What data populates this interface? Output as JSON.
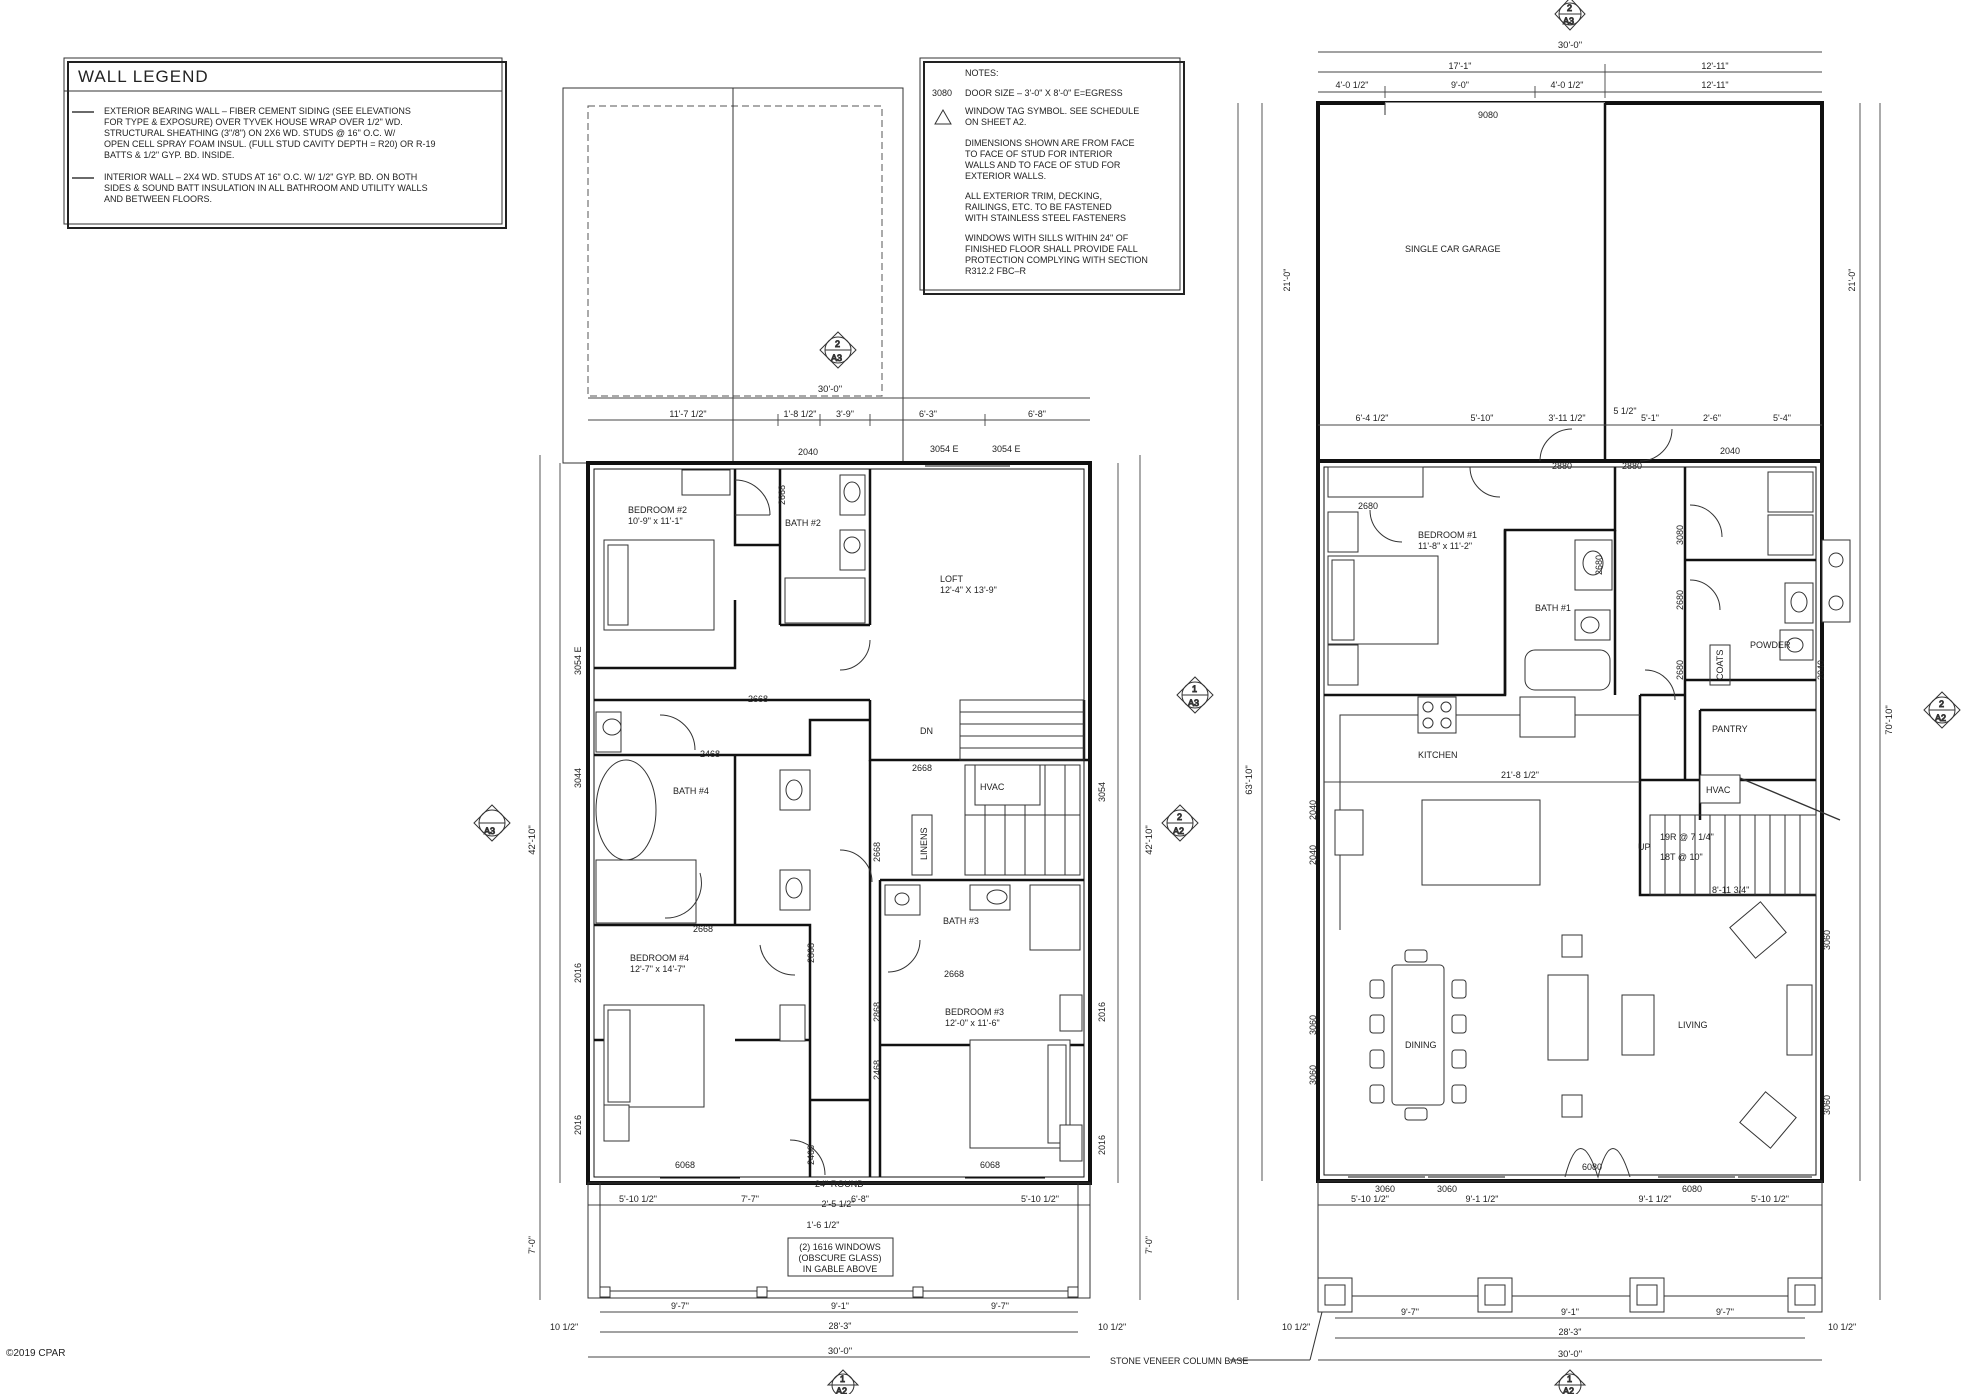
{
  "copyright": "©2019 CPAR",
  "wall_legend": {
    "title": "WALL LEGEND",
    "exterior": [
      "EXTERIOR BEARING WALL – FIBER CEMENT SIDING (SEE ELEVATIONS",
      "FOR TYPE & EXPOSURE) OVER TYVEK HOUSE WRAP OVER 1/2\" WD.",
      "STRUCTURAL SHEATHING (3\"/8\") ON 2X6 WD. STUDS @ 16\" O.C. W/",
      "OPEN CELL SPRAY FOAM INSUL. (FULL STUD CAVITY DEPTH = R20) OR R-19",
      "BATTS & 1/2\" GYP. BD. INSIDE."
    ],
    "interior": [
      "INTERIOR WALL – 2X4 WD. STUDS AT 16\" O.C. W/ 1/2\" GYP. BD. ON BOTH",
      "SIDES & SOUND BATT INSULATION IN ALL BATHROOM AND UTILITY WALLS",
      "AND BETWEEN FLOORS."
    ]
  },
  "notes": {
    "title": "NOTES:",
    "door_tag": "3080",
    "door_text": "DOOR SIZE – 3'-0\" X 8'-0\" E=EGRESS",
    "window_tag_lines": [
      "WINDOW TAG SYMBOL. SEE SCHEDULE",
      "ON SHEET A2."
    ],
    "dims_lines": [
      "DIMENSIONS SHOWN ARE FROM FACE",
      "TO FACE OF STUD FOR INTERIOR",
      "WALLS AND TO FACE OF STUD FOR",
      "EXTERIOR WALLS."
    ],
    "trim_lines": [
      "ALL EXTERIOR TRIM, DECKING,",
      "RAILINGS, ETC. TO BE FASTENED",
      "WITH STAINLESS STEEL FASTENERS"
    ],
    "sill_lines": [
      "WINDOWS WITH SILLS WITHIN 24\" OF",
      "FINISHED FLOOR SHALL PROVIDE FALL",
      "PROTECTION COMPLYING WITH SECTION",
      "R312.2 FBC–R"
    ]
  },
  "upper_plan": {
    "rooms": {
      "bedroom2": "BEDROOM #2",
      "bedroom2_size": "10'-9\" x 11'-1\"",
      "bath2": "BATH #2",
      "loft": "LOFT",
      "loft_size": "12'-4\" X 13'-9\"",
      "bath4": "BATH #4",
      "hvac": "HVAC",
      "linens": "LINENS",
      "dn": "DN",
      "bath3": "BATH #3",
      "bedroom4": "BEDROOM #4",
      "bedroom4_size": "12'-7\" x 14'-7\"",
      "bedroom3": "BEDROOM #3",
      "bedroom3_size": "12'-0\" x 11'-6\"",
      "round": "24\" ROUND",
      "gable_note": [
        "(2) 1616 WINDOWS",
        "(OBSCURE GLASS)",
        "IN GABLE ABOVE"
      ]
    },
    "dims": {
      "overall": "30'-0\"",
      "top": [
        "11'-7 1/2\"",
        "1'-8 1/2\"",
        "3'-9\"",
        "6'-3\"",
        "6'-8\""
      ],
      "left_total": "42'-10\"",
      "right_total": "42'-10\"",
      "deck": "7'-0\"",
      "porch_posts": [
        "9'-7\"",
        "9'-1\"",
        "9'-7\""
      ],
      "porch_total": "28'-3\"",
      "bottom_total": "30'-0\"",
      "bottom_offsets": [
        "10 1/2\"",
        "10 1/2\""
      ],
      "front_windows": [
        "5'-10 1/2\"",
        "7'-7\"",
        "6'-8\"",
        "5'-10 1/2\""
      ],
      "front_small": [
        "2'-5 1/2\"",
        "1'-6 1/2\""
      ]
    },
    "tags": [
      "2040",
      "3054 E",
      "3054 E",
      "2668",
      "2668",
      "2468",
      "2668",
      "3044",
      "2668",
      "2668",
      "2868",
      "2016",
      "2016",
      "6068",
      "6068",
      "2868",
      "2468",
      "2468",
      "2668",
      "2016",
      "2016",
      "3054",
      "3054 E"
    ]
  },
  "lower_plan": {
    "rooms": {
      "garage": "SINGLE CAR GARAGE",
      "garage_door": "9080",
      "bedroom1": "BEDROOM #1",
      "bedroom1_size": "11'-8\" x 11'-2\"",
      "bath1": "BATH #1",
      "powder": "POWDER",
      "coats": "COATS",
      "pantry": "PANTRY",
      "kitchen": "KITCHEN",
      "hvac": "HVAC",
      "up": "UP",
      "risers": "19R @ 7 1/4\"",
      "treads": "18T @ 10\"",
      "dining": "DINING",
      "living": "LIVING",
      "column_note": "STONE VENEER COLUMN BASE"
    },
    "dims": {
      "overall": "30'-0\"",
      "top_split": [
        "17'-1\"",
        "12'-11\""
      ],
      "top_sub": [
        "4'-0 1/2\"",
        "9'-0\"",
        "4'-0 1/2\"",
        "12'-11\""
      ],
      "mid_row": [
        "6'-4 1/2\"",
        "5'-10\"",
        "3'-11 1/2\"",
        "5 1/2\"",
        "5'-1\"",
        "2'-6\"",
        "5'-4\""
      ],
      "left_total": "63'-10\"",
      "right_total": "70'-10\"",
      "garage_depth": "21'-0\"",
      "kitchen_width": "21'-8 1/2\"",
      "stair_width": "8'-11 3/4\"",
      "front_windows": [
        "5'-10 1/2\"",
        "9'-1 1/2\"",
        "9'-1 1/2\"",
        "5'-10 1/2\""
      ],
      "porch_posts": [
        "9'-7\"",
        "9'-1\"",
        "9'-7\""
      ],
      "porch_total": "28'-3\"",
      "bottom_total": "30'-0\"",
      "bottom_offsets": [
        "10 1/2\"",
        "10 1/2\""
      ]
    },
    "tags": [
      "2040",
      "2880",
      "2880",
      "2680",
      "2680",
      "3080",
      "2680",
      "2680",
      "2040",
      "2040",
      "2040",
      "3060",
      "3060",
      "3060",
      "3060",
      "3060",
      "3060",
      "6080"
    ]
  },
  "section_marks": [
    {
      "num": "2",
      "sheet": "A3"
    },
    {
      "num": "2",
      "sheet": "A3"
    },
    {
      "num": "1",
      "sheet": "A3"
    },
    {
      "num": "",
      "sheet": "A3"
    },
    {
      "num": "2",
      "sheet": "A2"
    },
    {
      "num": "2",
      "sheet": "A2"
    },
    {
      "num": "1",
      "sheet": "A2"
    },
    {
      "num": "1",
      "sheet": "A2"
    }
  ]
}
